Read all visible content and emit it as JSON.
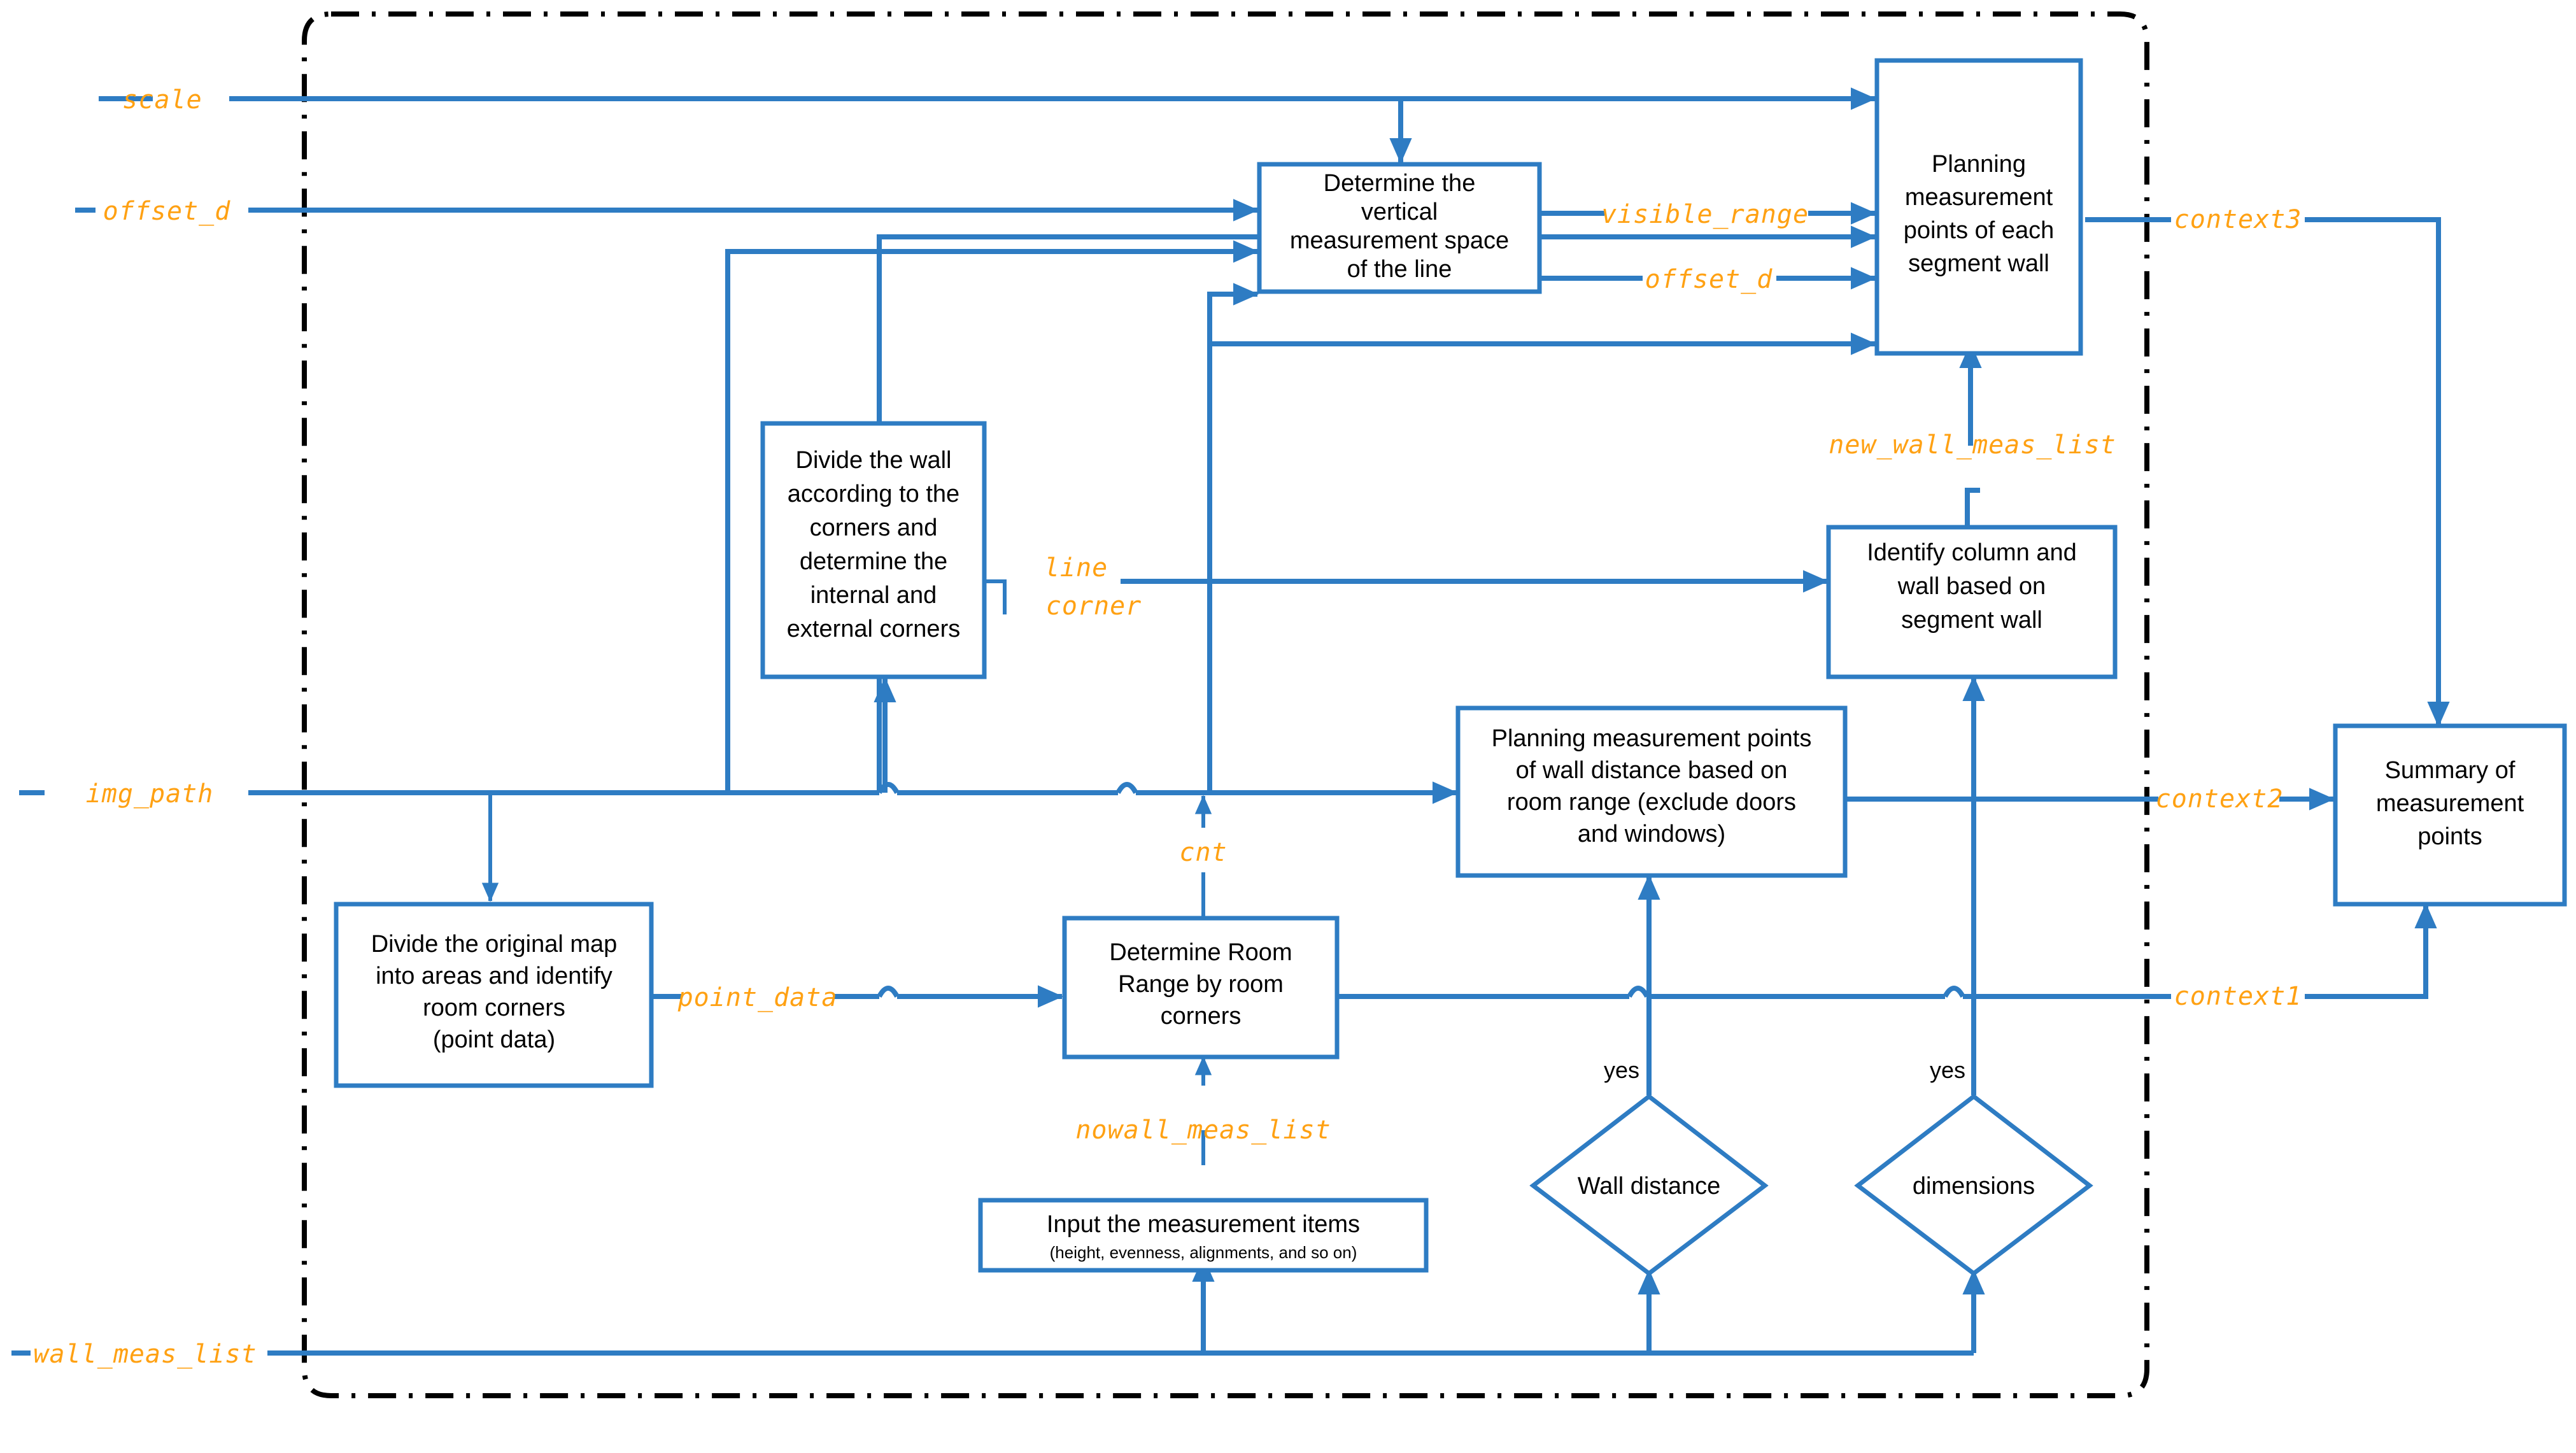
{
  "diagram": {
    "title": "Measurement point planning flowchart",
    "colors": {
      "wire": "#2E7CC3",
      "signal_label": "#FFA113",
      "node_border": "#2E7CC3",
      "boundary": "#000000",
      "background": "#FFFFFF"
    },
    "inputs": [
      {
        "id": "scale",
        "label": "scale"
      },
      {
        "id": "offset_d_in",
        "label": "offset_d"
      },
      {
        "id": "img_path",
        "label": "img_path"
      },
      {
        "id": "wall_meas_list",
        "label": "wall_meas_list"
      }
    ],
    "outputs": [
      {
        "id": "context3",
        "label": "context3"
      },
      {
        "id": "context2",
        "label": "context2"
      },
      {
        "id": "context1",
        "label": "context1"
      }
    ],
    "signals": [
      {
        "id": "visible_range",
        "label": "visible_range"
      },
      {
        "id": "offset_d_out",
        "label": "offset_d"
      },
      {
        "id": "line",
        "label": "line"
      },
      {
        "id": "corner",
        "label": "corner"
      },
      {
        "id": "new_wall_meas_list",
        "label": "new_wall_meas_list"
      },
      {
        "id": "point_data",
        "label": "point_data"
      },
      {
        "id": "cnt",
        "label": "cnt"
      },
      {
        "id": "nowall_meas_list",
        "label": "nowall_meas_list"
      }
    ],
    "nodes": [
      {
        "id": "determine-vertical-space",
        "shape": "process",
        "lines": [
          "Determine the",
          "vertical",
          "measurement space",
          "of the line"
        ]
      },
      {
        "id": "planning-points-segment-wall",
        "shape": "process",
        "lines": [
          "Planning",
          "measurement",
          "points of each",
          "segment wall"
        ]
      },
      {
        "id": "divide-wall-corners",
        "shape": "process",
        "lines": [
          "Divide the wall",
          "according to the",
          "corners and",
          "determine the",
          "internal and",
          "external corners"
        ]
      },
      {
        "id": "identify-column-wall",
        "shape": "process",
        "lines": [
          "Identify column and",
          "wall based on",
          "segment wall"
        ]
      },
      {
        "id": "planning-points-wall-distance",
        "shape": "process",
        "lines": [
          "Planning measurement points",
          "of wall distance based on",
          "room range (exclude doors",
          "and windows)"
        ]
      },
      {
        "id": "summary-measurement-points",
        "shape": "process",
        "lines": [
          "Summary of",
          "measurement",
          "points"
        ]
      },
      {
        "id": "divide-original-map",
        "shape": "process",
        "lines": [
          "Divide the original map",
          "into areas and identify",
          "room corners",
          "(point data)"
        ]
      },
      {
        "id": "determine-room-range",
        "shape": "process",
        "lines": [
          "Determine Room",
          "Range by room",
          "corners"
        ]
      },
      {
        "id": "input-measurement-items",
        "shape": "process",
        "lines": [
          "Input the measurement items"
        ],
        "sublines": [
          "(height, evenness, alignments, and so on)"
        ]
      },
      {
        "id": "wall-distance-decision",
        "shape": "decision",
        "lines": [
          "Wall distance"
        ]
      },
      {
        "id": "dimensions-decision",
        "shape": "decision",
        "lines": [
          "dimensions"
        ]
      }
    ],
    "edge_labels": [
      {
        "id": "yes-wall-distance",
        "label": "yes"
      },
      {
        "id": "yes-dimensions",
        "label": "yes"
      }
    ]
  }
}
